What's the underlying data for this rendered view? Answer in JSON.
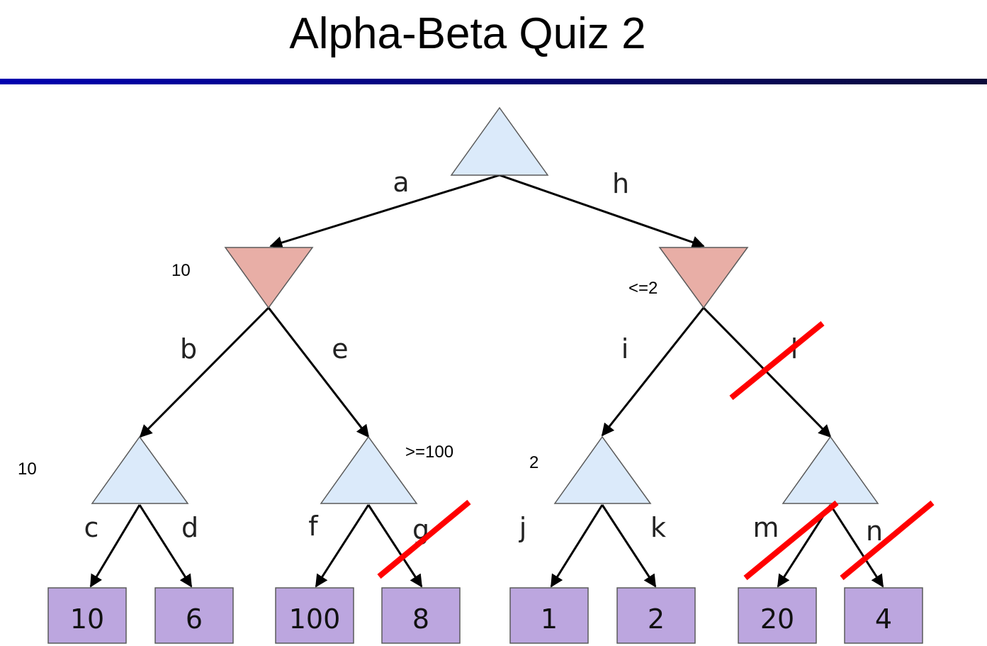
{
  "title": "Alpha-Beta Quiz 2",
  "colors": {
    "max_node": "#dbeafa",
    "min_node": "#e8aea6",
    "leaf": "#bca6df",
    "prune_mark": "#ff0000",
    "rule": "#00008b"
  },
  "edge_labels": {
    "a": "a",
    "h": "h",
    "b": "b",
    "e": "e",
    "i": "i",
    "l": "l",
    "c": "c",
    "d": "d",
    "f": "f",
    "g": "g",
    "j": "j",
    "k": "k",
    "m": "m",
    "n": "n"
  },
  "leaves": [
    "10",
    "6",
    "100",
    "8",
    "1",
    "2",
    "20",
    "4"
  ],
  "annotations": {
    "min_left": "10",
    "min_right": "<=2",
    "max_left_left": "10",
    "max_left_right": ">=100",
    "max_right_left": "2"
  },
  "pruned_edges": [
    "g",
    "l",
    "m",
    "n"
  ]
}
